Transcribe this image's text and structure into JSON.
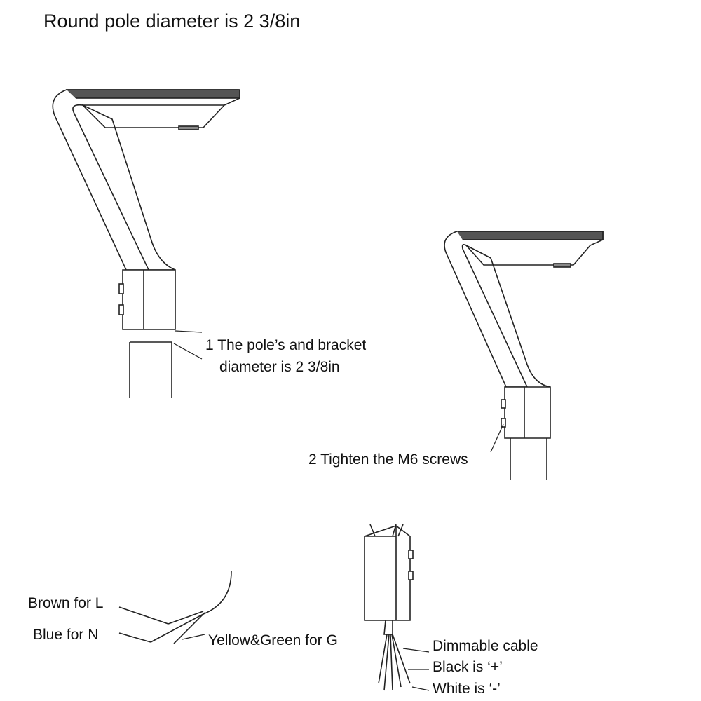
{
  "title": "Round pole diameter is 2 3/8in",
  "steps": {
    "step1_line1": "1 The pole’s and bracket",
    "step1_line2": "diameter is 2 3/8in",
    "step2": "2 Tighten the M6 screws"
  },
  "wiring": {
    "brown": "Brown for L",
    "blue": "Blue for N",
    "ground": "Yellow&Green for G"
  },
  "dimming": {
    "title": "Dimmable cable",
    "black": "Black is ‘+’",
    "white": "White is ‘-’"
  }
}
